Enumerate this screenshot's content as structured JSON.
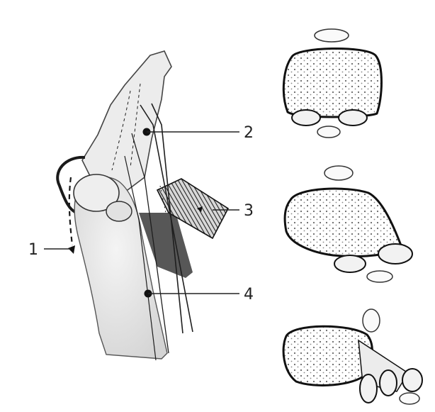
{
  "figure": {
    "callouts": [
      {
        "id": "1",
        "label": "1"
      },
      {
        "id": "2",
        "label": "2"
      },
      {
        "id": "3",
        "label": "3"
      },
      {
        "id": "4",
        "label": "4"
      }
    ],
    "cross_sections": [
      {
        "id": "upper"
      },
      {
        "id": "middle"
      },
      {
        "id": "lower"
      }
    ]
  }
}
